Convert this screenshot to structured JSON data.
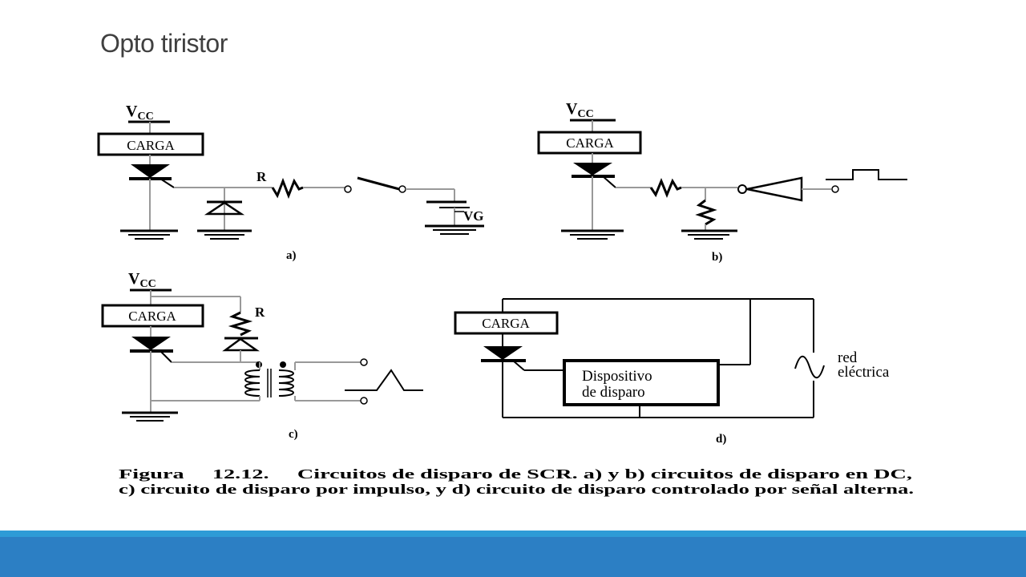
{
  "slide": {
    "title": "Opto tiristor"
  },
  "figure": {
    "panel_a": {
      "vcc_label": "V",
      "vcc_subscript": "CC",
      "load_label": "CARGA",
      "resistor_label": "R",
      "source_label": "VG",
      "panel_label": "a)"
    },
    "panel_b": {
      "vcc_label": "V",
      "vcc_subscript": "CC",
      "load_label": "CARGA",
      "panel_label": "b)"
    },
    "panel_c": {
      "vcc_label": "V",
      "vcc_subscript": "CC",
      "load_label": "CARGA",
      "resistor_label": "R",
      "panel_label": "c)"
    },
    "panel_d": {
      "load_label": "CARGA",
      "trigger_device_line1": "Dispositivo",
      "trigger_device_line2": "de disparo",
      "mains_line1": "red",
      "mains_line2": "eléctrica",
      "panel_label": "d)"
    },
    "caption": {
      "line1": "Figura     12.12.     Circuitos de disparo de SCR. a) y b) circuitos de disparo en DC,",
      "line2": "c) circuito de disparo por impulso, y d) circuito de disparo controlado por señal alterna."
    }
  },
  "colors": {
    "footer_bar": "#2c7fc4",
    "footer_line": "#2e9bd6",
    "title_text": "#404040",
    "wire": "#999999",
    "ink": "#000000"
  }
}
